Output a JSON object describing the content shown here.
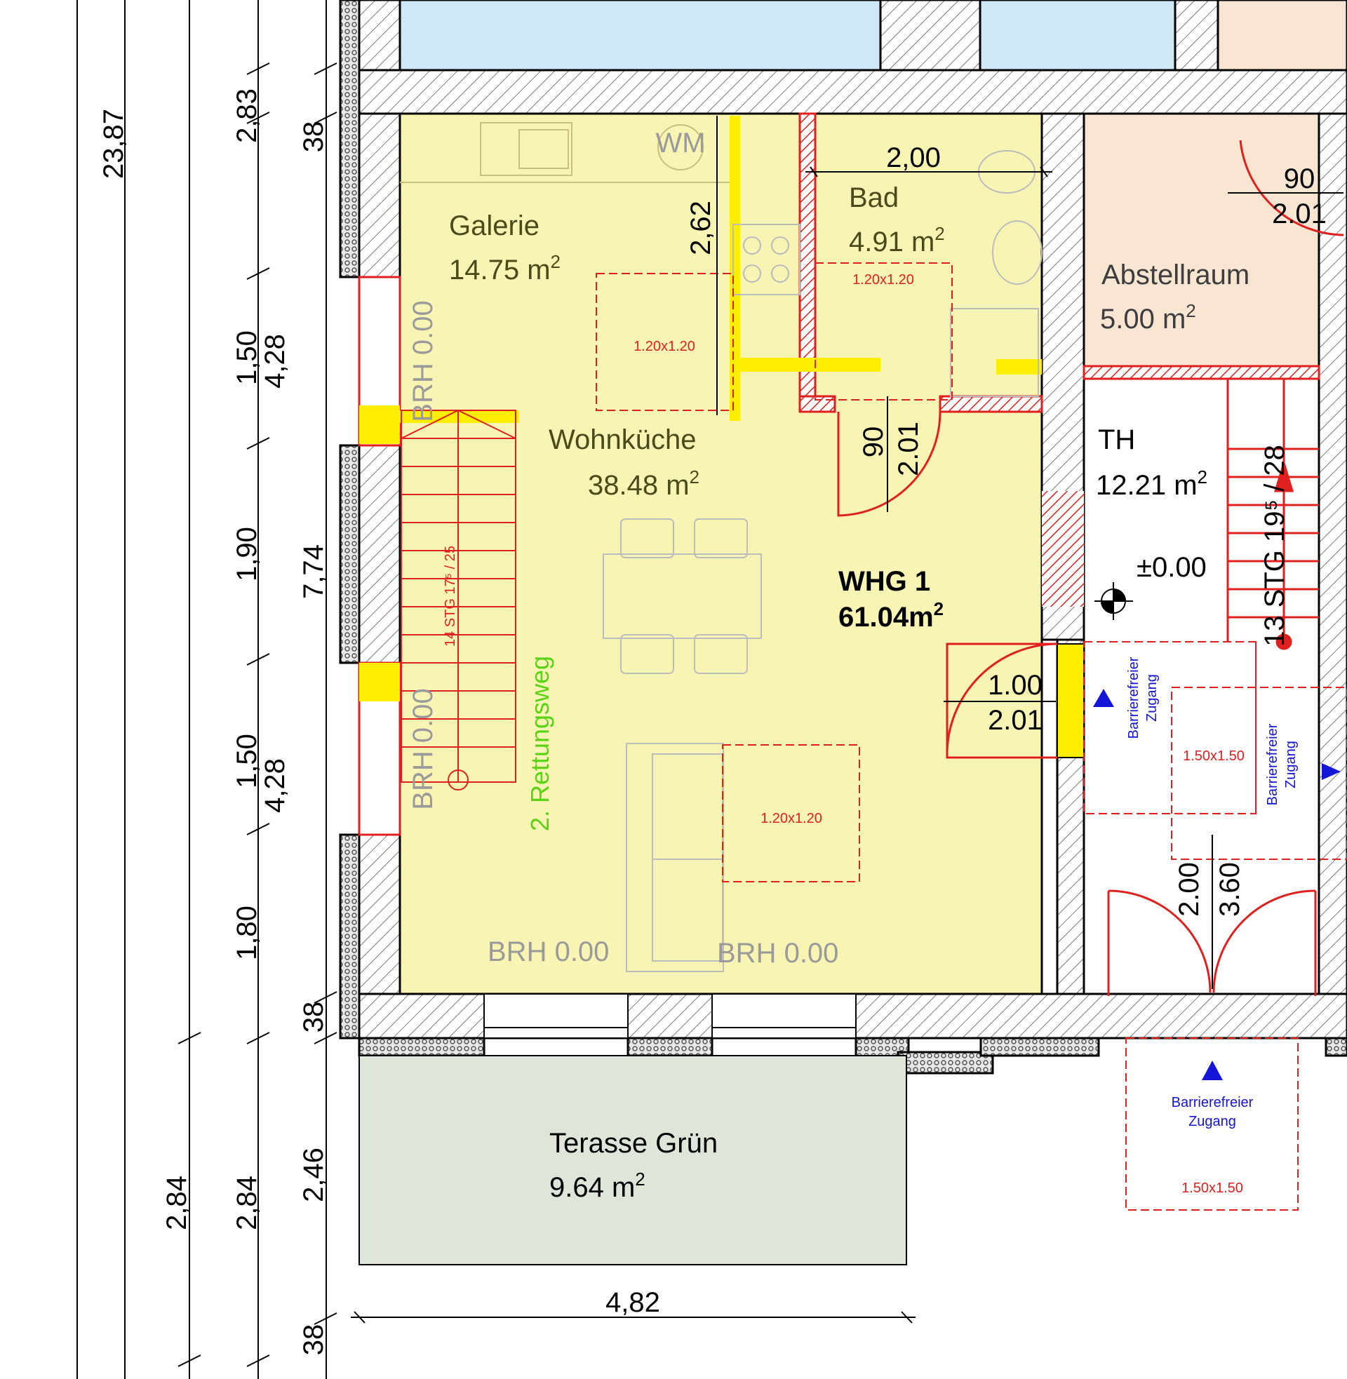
{
  "plan": {
    "apartment": {
      "name": "WHG 1",
      "area": "61.04m"
    },
    "rooms": {
      "galerie": {
        "name": "Galerie",
        "area": "14.75 m"
      },
      "bad": {
        "name": "Bad",
        "area": "4.91 m"
      },
      "abstellraum": {
        "name": "Abstellraum",
        "area": "5.00 m"
      },
      "wohnkueche": {
        "name": "Wohnküche",
        "area": "38.48 m"
      },
      "th": {
        "name": "TH",
        "area": "12.21 m"
      },
      "terrasse": {
        "name": "Terasse Grün",
        "area": "9.64 m"
      }
    },
    "area_superscript": "2",
    "vertical_dimensions": {
      "overall": "23,87",
      "col2": [
        "2,83",
        "1,50",
        "1,90",
        "1,50",
        "1,80"
      ],
      "col2b": [
        "4,28",
        "4,28"
      ],
      "col3": [
        "38",
        "7,74",
        "38",
        "2,46",
        "38"
      ],
      "col_left": [
        "2,84",
        "2,84"
      ]
    },
    "horizontal_dimensions": {
      "bad_width": "2,00",
      "terrace_width": "4,82"
    },
    "inner_dimension": "2,62",
    "doors": {
      "bad": {
        "w": "90",
        "h": "2.01"
      },
      "entry": {
        "w": "1.00",
        "h": "2.01"
      },
      "abstell": {
        "w": "90",
        "h": "2.01"
      },
      "exterior": {
        "w": "2.00",
        "h": "3.60"
      }
    },
    "brh": {
      "label": "BRH 0.00"
    },
    "turning_circles": {
      "small": "1.20x1.20",
      "large": "1.50x1.50"
    },
    "stairs": {
      "main": "14 STG 17⁵ / 25",
      "th": "13 STG 19⁵ / 28"
    },
    "level": "±0.00",
    "escape_route": "2. Rettungsweg",
    "barrier_free": {
      "line1": "Barrierefreier",
      "line2": "Zugang"
    },
    "appliance": "WM"
  }
}
